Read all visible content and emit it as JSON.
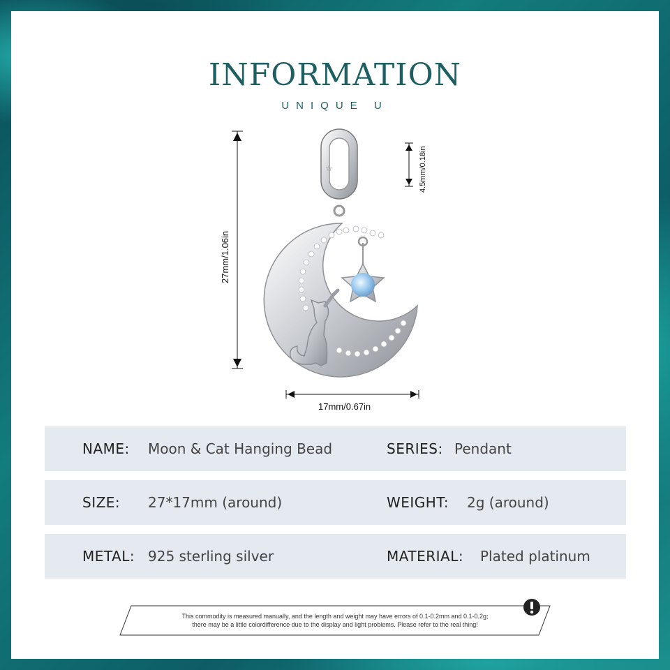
{
  "header": {
    "title": "INFORMATION",
    "subtitle": "UNIQUE U"
  },
  "dimensions": {
    "height": "27mm/1.06in",
    "width": "17mm/0.67in",
    "bead_height": "4.5mm/0.18in"
  },
  "specs": {
    "name": {
      "label": "NAME:",
      "value": "Moon & Cat Hanging Bead"
    },
    "series": {
      "label": "SERIES:",
      "value": "Pendant"
    },
    "size": {
      "label": "SIZE:",
      "value": "27*17mm (around)"
    },
    "weight": {
      "label": "WEIGHT:",
      "value": "2g (around)"
    },
    "metal": {
      "label": "METAL:",
      "value": "925 sterling silver"
    },
    "material": {
      "label": "MATERIAL:",
      "value": "Plated platinum"
    }
  },
  "notice": {
    "line1": "This commodity is measured manually, and the length and weight may have errors of 0.1-0.2mm and 0.1-0.2g;",
    "line2": "there may be a little colordifference due to the display and light problems. Please refer to the real thing!",
    "icon": "exclamation-icon"
  },
  "colors": {
    "accent": "#1d5f63",
    "row_bg": "#e5e9f0",
    "frame": "#0f6a6c",
    "gem": "#8fc7ec"
  }
}
